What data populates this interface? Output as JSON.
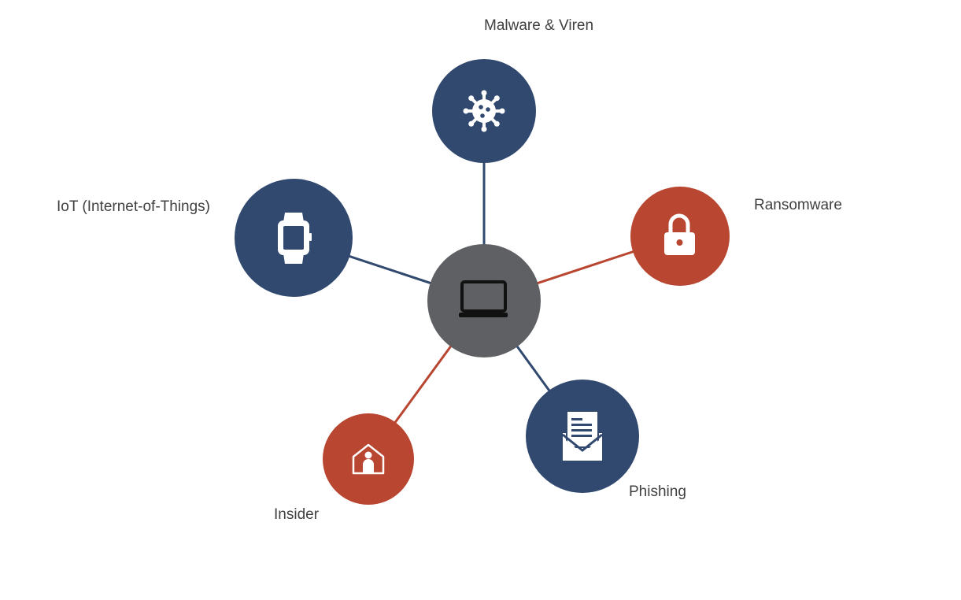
{
  "colors": {
    "navy": "#31486f",
    "red": "#b94631",
    "center": "#5e6064",
    "icon_white": "#ffffff",
    "icon_black": "#111111",
    "label_text": "#404040"
  },
  "center": {
    "icon": "laptop-icon"
  },
  "nodes": [
    {
      "id": "malware",
      "label": "Malware & Viren",
      "icon": "virus-icon",
      "color": "navy"
    },
    {
      "id": "iot",
      "label": "IoT (Internet-of-Things)",
      "icon": "smartwatch-icon",
      "color": "navy"
    },
    {
      "id": "ransom",
      "label": "Ransomware",
      "icon": "lock-icon",
      "color": "red"
    },
    {
      "id": "phishing",
      "label": "Phishing",
      "icon": "mail-letter-icon",
      "color": "navy"
    },
    {
      "id": "insider",
      "label": "Insider",
      "icon": "house-person-icon",
      "color": "red"
    }
  ]
}
